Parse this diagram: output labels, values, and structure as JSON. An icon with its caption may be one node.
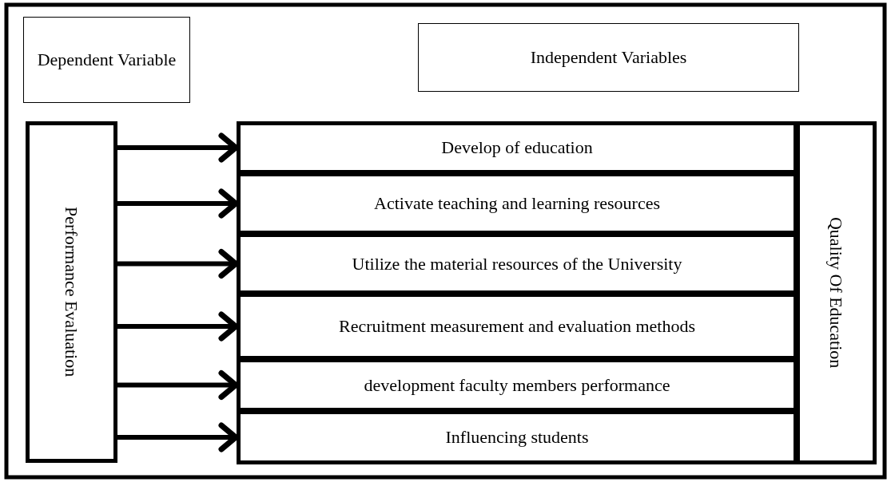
{
  "diagram": {
    "nodes": [
      {
        "text": [
          "Dependent Variable"
        ]
      },
      {
        "text": [
          "Independent Variables"
        ]
      },
      {
        "text": [
          "Performance Evaluation"
        ]
      },
      {
        "text": [
          "Develop of education"
        ]
      },
      {
        "text": [
          "Activate teaching and learning resources"
        ]
      },
      {
        "text": [
          "Utilize the material resources of the University"
        ]
      },
      {
        "text": [
          "Recruitment measurement and evaluation methods"
        ]
      },
      {
        "text": [
          "development faculty members performance"
        ]
      },
      {
        "text": [
          "Influencing students"
        ]
      },
      {
        "text": [
          "Quality Of Education"
        ]
      }
    ],
    "edges": [
      {
        "from": 2,
        "to": 3,
        "arrow": "to"
      },
      {
        "from": 2,
        "to": 4,
        "arrow": "to"
      },
      {
        "from": 2,
        "to": 5,
        "arrow": "to"
      },
      {
        "from": 2,
        "to": 6,
        "arrow": "to"
      },
      {
        "from": 2,
        "to": 7,
        "arrow": "to"
      },
      {
        "from": 2,
        "to": 8,
        "arrow": "to"
      }
    ]
  }
}
